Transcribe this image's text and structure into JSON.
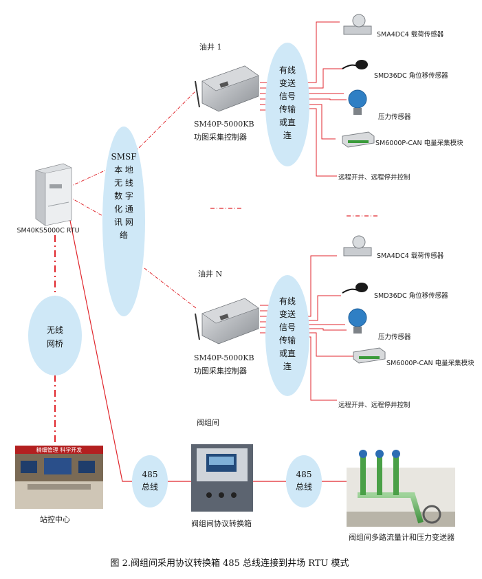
{
  "caption": "图 2.阀组间采用协议转换箱 485 总线连接到井场 RTU 模式",
  "rtu": {
    "label": "SM40KS5000C RTU"
  },
  "network": {
    "lines": [
      "SMSF",
      "本 地",
      "无 线",
      "数 字",
      "化 通",
      "讯 网",
      "络"
    ]
  },
  "bridge": {
    "lines": [
      "无线",
      "网桥"
    ]
  },
  "station": {
    "label": "站控中心",
    "banner": "精细管理  科学开发"
  },
  "wells": [
    {
      "title": "油井 1",
      "controller_model": "SM40P-5000KB",
      "controller_name": "功图采集控制器",
      "link_lines": [
        "有线",
        "变送",
        "信号",
        "传输",
        "或直",
        "连"
      ],
      "sensors": [
        "SMA4DC4 载荷传感器",
        "SMD36DC 角位移传感器",
        "压力传感器",
        "SM6000P-CAN 电量采集模块",
        "远程开井、远程停井控制"
      ]
    },
    {
      "title": "油井 N",
      "controller_model": "SM40P-5000KB",
      "controller_name": "功图采集控制器",
      "link_lines": [
        "有线",
        "变送",
        "信号",
        "传输",
        "或直",
        "连"
      ],
      "sensors": [
        "SMA4DC4 载荷传感器",
        "SMD36DC 角位移传感器",
        "压力传感器",
        "SM6000P-CAN 电量采集模块",
        "远程开井、远程停井控制"
      ]
    }
  ],
  "valve_room": {
    "title": "阀组间",
    "bus_left": [
      "485",
      "总线"
    ],
    "bus_right": [
      "485",
      "总线"
    ],
    "converter_label": "阀组间协议转换箱",
    "meter_label": "阀组间多路流量计和压力变送器"
  },
  "colors": {
    "ellipse": "#cfe8f7",
    "line": "#e0262c",
    "dash": "#e0262c"
  }
}
